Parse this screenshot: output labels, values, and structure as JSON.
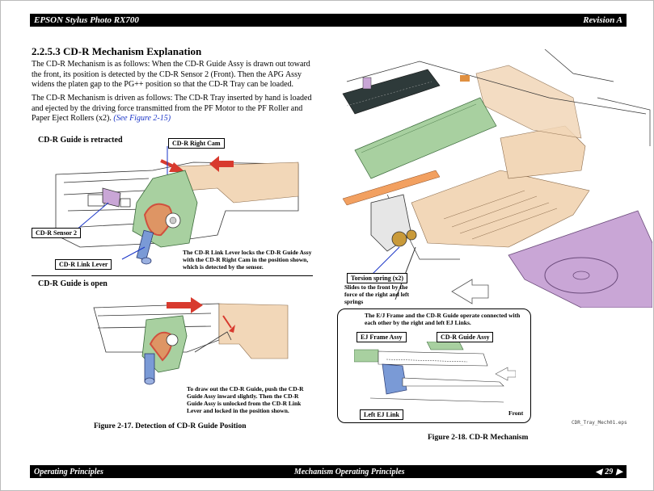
{
  "header": {
    "left": "EPSON Stylus Photo RX700",
    "right": "Revision A"
  },
  "section": {
    "title": "2.2.5.3  CD-R Mechanism Explanation"
  },
  "paragraphs": {
    "p1": "The CD-R Mechanism is as follows: When the CD-R Guide Assy is drawn out toward the front, its position is detected by the CD-R Sensor 2 (Front). Then the APG Assy widens the platen gap to the PG++ position so that the CD-R Tray can be loaded.",
    "p2_text": "The CD-R Mechanism is driven as follows: The CD-R Tray inserted by hand is loaded and ejected by the driving force transmitted from the PF Motor to the PF Roller and Paper Eject Rollers (x2). ",
    "p2_ref": "(See Figure 2-15)"
  },
  "fig17": {
    "retracted_title": "CD-R Guide is retracted",
    "open_title": "CD-R Guide is open",
    "label_right_cam": "CD-R Right Cam",
    "label_sensor2": "CD-R Sensor 2",
    "label_link_lever": "CD-R Link Lever",
    "note_lock": "The CD-R Link Lever locks the CD-R Guide Assy with the CD-R Right Cam in the position shown, which is detected by the sensor.",
    "note_draw": "To draw out the CD-R Guide, push the CD-R Guide Assy inward slightly. Then the CD-R Guide Assy is unlocked from the CD-R Link Lever and locked in the position shown.",
    "caption": "Figure 2-17.  Detection of CD-R Guide Position"
  },
  "fig18": {
    "label_torsion": "Torsion spring (x2)",
    "note_slides": "Slides to the front by the force of the right and left springs",
    "note_frame": "The E/J Frame and the CD-R Guide operate connected with each other by the right and left EJ Links.",
    "label_ej_frame": "EJ Frame Assy",
    "label_guide_assy": "CD-R Guide Assy",
    "label_left_link": "Left EJ Link",
    "label_front": "Front",
    "file_tag": "CDR_Tray_Mech01.eps",
    "caption": "Figure 2-18.  CD-R Mechanism"
  },
  "footer": {
    "left": "Operating Principles",
    "center": "Mechanism Operating Principles",
    "page": "29"
  },
  "colors": {
    "accent_blue": "#1a35c8",
    "green": "#a8d0a0",
    "tan": "#f2d7b8",
    "red": "#d83a2e",
    "purple": "#c9a6d6"
  }
}
